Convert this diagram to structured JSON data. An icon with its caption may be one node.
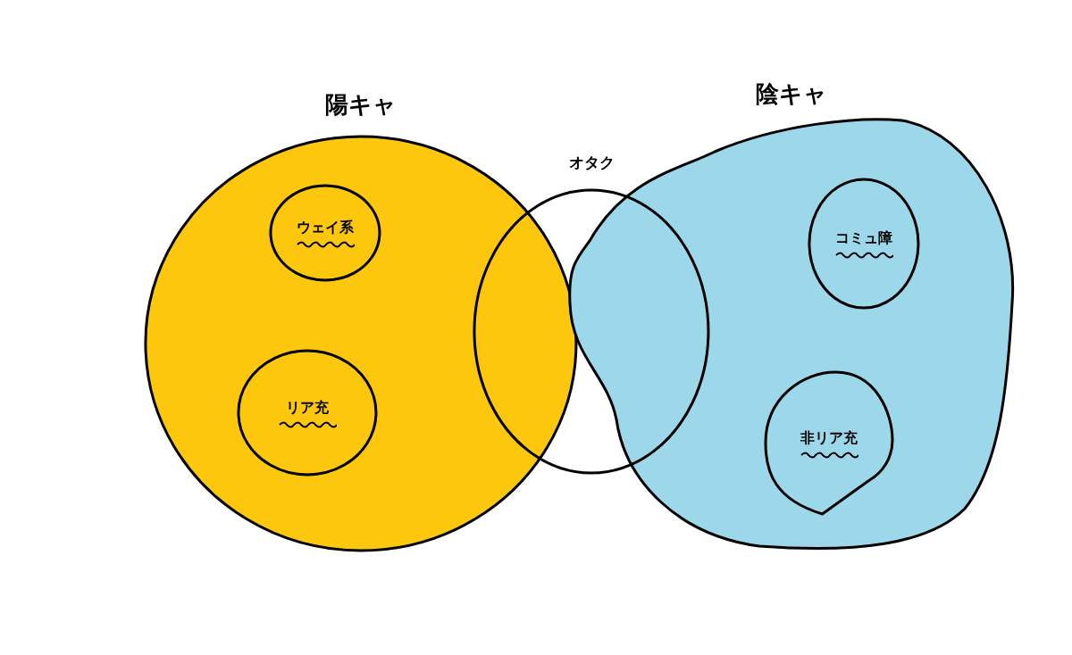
{
  "diagram": {
    "nodes": [
      {
        "text": [
          "陽キャ"
        ]
      },
      {
        "text": [
          "ウェイ系"
        ],
        "in": 0
      },
      {
        "text": [
          "リア充"
        ],
        "in": 0
      },
      {
        "text": [
          "陰キャ"
        ]
      },
      {
        "text": [
          "コミュ障"
        ],
        "in": 3
      },
      {
        "text": [
          "非リア充"
        ],
        "in": 3
      },
      {
        "text": [
          "オタク"
        ]
      }
    ]
  }
}
